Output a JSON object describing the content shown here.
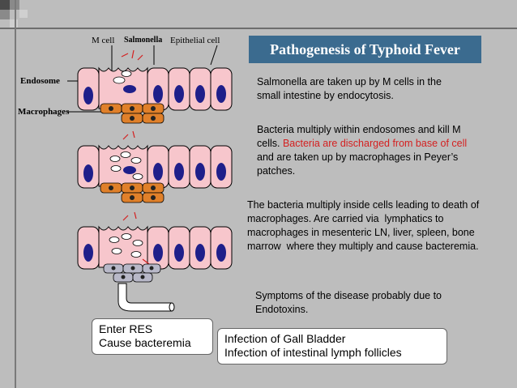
{
  "title": "Pathogenesis of Typhoid Fever",
  "labels": {
    "m_cell": "M cell",
    "salmonella": "Salmonella",
    "epithelial": "Epithelial cell",
    "endosome": "Endosome",
    "macrophages": "Macrophages"
  },
  "paragraphs": {
    "p1": "Salmonella are taken up by M cells in the small intestine by endocytosis.",
    "p2a": "Bacteria multiply within endosomes and kill M cells. ",
    "p2red": "Bacteria are discharged from base of cell",
    "p2b": " and are taken up by macrophages in Peyer’s patches.",
    "p3": "The bacteria multiply inside cells leading to death of macrophages. Are carried via  lymphatics to macrophages in mesenteric LN, liver, spleen, bone marrow  where they multiply and cause bacteremia.",
    "p4": "Symptoms of the disease probably due to Endotoxins."
  },
  "boxes": {
    "res_line1": "Enter RES",
    "res_line2": "Cause bacteremia",
    "gall_line1": "Infection of Gall Bladder",
    "gall_line2": "Infection of intestinal lymph follicles"
  },
  "colors": {
    "title_bg": "#3b6b8f",
    "cell_fill": "#f7c6cc",
    "nucleus": "#1f1f8a",
    "macrophage": "#e0802a",
    "highlight_red": "#d42020"
  }
}
